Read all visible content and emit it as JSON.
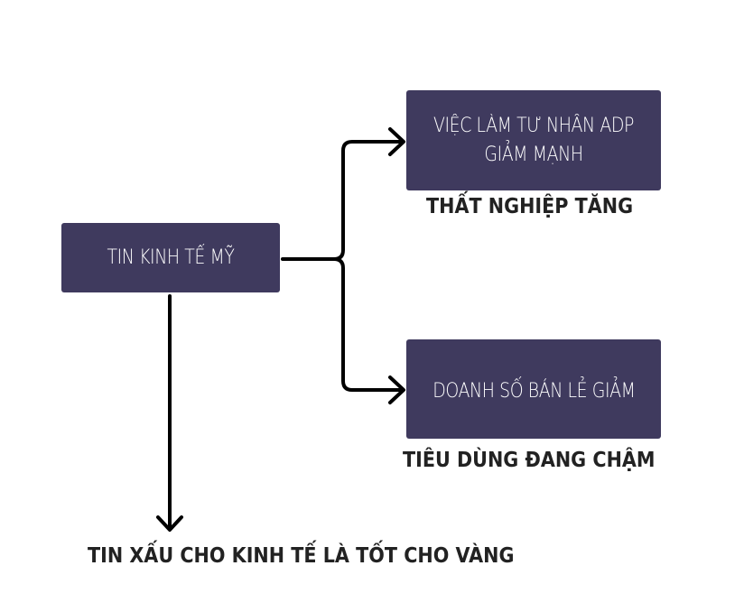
{
  "nodes": {
    "root": "TIN KINH TẾ MỸ",
    "top": "VIỆC LÀM TƯ NHÂN ADP GIẢM MẠNH",
    "bottom": "DOANH SỐ BÁN LẺ GIẢM"
  },
  "captions": {
    "top": "THẤT NGHIỆP TĂNG",
    "bottom": "TIÊU DÙNG ĐANG CHẬM",
    "conclusion": "TIN XẤU CHO KINH TẾ LÀ TỐT CHO VÀNG"
  },
  "colors": {
    "box": "#3f3a5e",
    "text": "#222222"
  }
}
